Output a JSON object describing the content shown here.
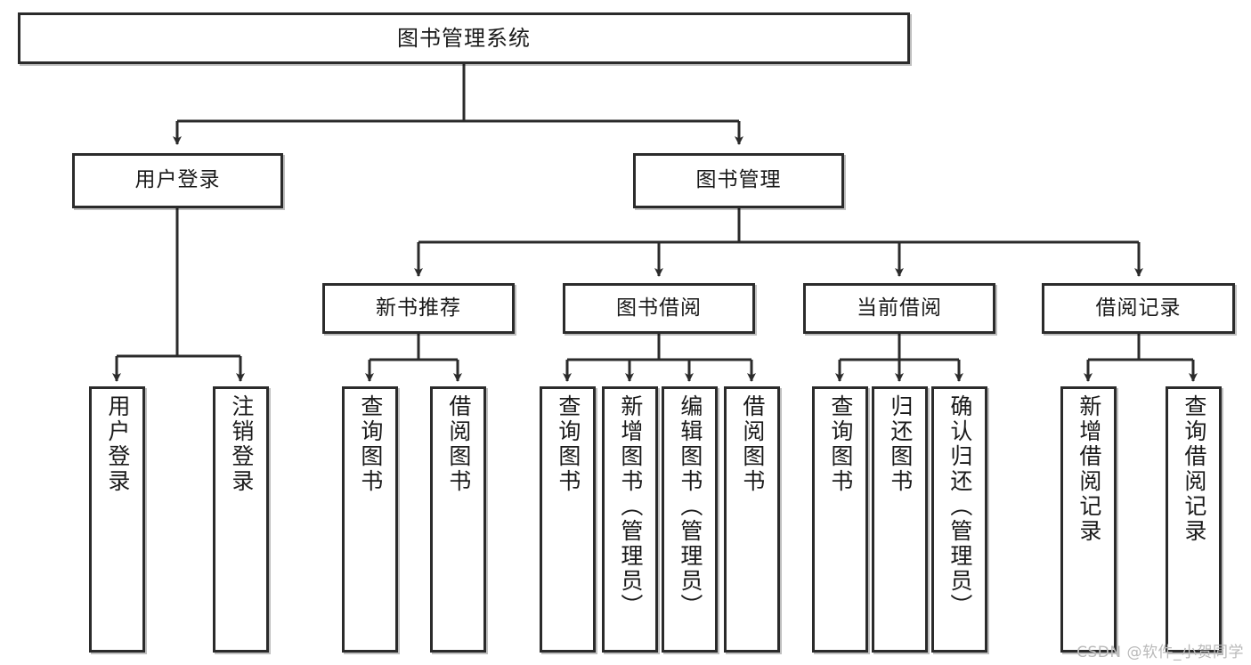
{
  "diagram": {
    "type": "tree",
    "title": "图书管理系统",
    "watermark": "CSDN @软件_小贺同学",
    "colors": {
      "box_border": "#2b2b2b",
      "box_fill": "#ffffff",
      "edge": "#2b2b2b",
      "text": "#1a1a1a",
      "watermark": "#b9b9b9"
    },
    "nodes": {
      "root": {
        "label": "图书管理系统"
      },
      "level2": [
        {
          "label": "用户登录"
        },
        {
          "label": "图书管理"
        }
      ],
      "level3": [
        {
          "label": "新书推荐"
        },
        {
          "label": "图书借阅"
        },
        {
          "label": "当前借阅"
        },
        {
          "label": "借阅记录"
        }
      ],
      "leaves": {
        "user_login": [
          {
            "label": "用户登录"
          },
          {
            "label": "注销登录"
          }
        ],
        "new_book": [
          {
            "label": "查询图书"
          },
          {
            "label": "借阅图书"
          }
        ],
        "book_borrow": [
          {
            "label": "查询图书"
          },
          {
            "label": "新增图书（管理员）"
          },
          {
            "label": "编辑图书（管理员）"
          },
          {
            "label": "借阅图书"
          }
        ],
        "current_borrow": [
          {
            "label": "查询图书"
          },
          {
            "label": "归还图书"
          },
          {
            "label": "确认归还（管理员）"
          }
        ],
        "borrow_record": [
          {
            "label": "新增借阅记录"
          },
          {
            "label": "查询借阅记录"
          }
        ]
      }
    }
  }
}
